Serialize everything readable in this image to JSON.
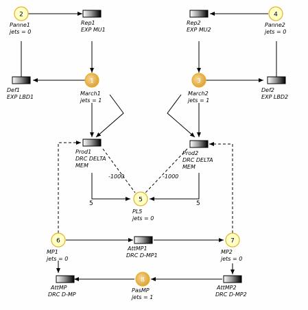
{
  "colors": {
    "background": "#fefefe",
    "place_fill": "#ffffc8",
    "place_stroke": "#e8b020",
    "token_fill": "#e8b850",
    "line": "#000000"
  },
  "places": {
    "p2": {
      "num": "2",
      "l1": "Panne1",
      "l2": "jets = 0",
      "marked": false
    },
    "p4": {
      "num": "4",
      "l1": "Panne2",
      "l2": "jets = 0",
      "marked": false
    },
    "p1": {
      "num": "1",
      "l1": "March1",
      "l2": "jets = 1",
      "marked": true
    },
    "p3": {
      "num": "3",
      "l1": "March2",
      "l2": "jets = 1",
      "marked": true
    },
    "p5": {
      "num": "5",
      "l1": "PL5",
      "l2": "jets = 0",
      "marked": false
    },
    "p6": {
      "num": "6",
      "l1": "MP1",
      "l2": "jets = 0",
      "marked": false
    },
    "p7": {
      "num": "7",
      "l1": "MP2",
      "l2": "jets = 0",
      "marked": false
    },
    "p8": {
      "num": "8",
      "l1": "PasMP",
      "l2": "jets = 1",
      "marked": true
    }
  },
  "transitions": {
    "rep1": {
      "l1": "Rep1",
      "l2": "EXP MU1"
    },
    "rep2": {
      "l1": "Rep2",
      "l2": "EXP MU2"
    },
    "def1": {
      "l1": "Def1",
      "l2": "EXP LBD1"
    },
    "def2": {
      "l1": "Def2",
      "l2": "EXP LBD2"
    },
    "prod1": {
      "l1": "Prod1",
      "l2": "DRC DELTA",
      "l3": "MEM"
    },
    "prod2": {
      "l1": "Prod2",
      "l2": "DRC DELTA",
      "l3": "MEM"
    },
    "attmp1": {
      "l1": "AttMP1",
      "l2": "DRC D-MP1"
    },
    "attmp2": {
      "l1": "AttMP2",
      "l2": "DRC D-MP2"
    },
    "attmp": {
      "l1": "AttMP",
      "l2": "DRC D-MP"
    }
  },
  "arc_labels": {
    "w1": "-1000",
    "w2": "-1000",
    "s1": "5",
    "s2": "5"
  }
}
